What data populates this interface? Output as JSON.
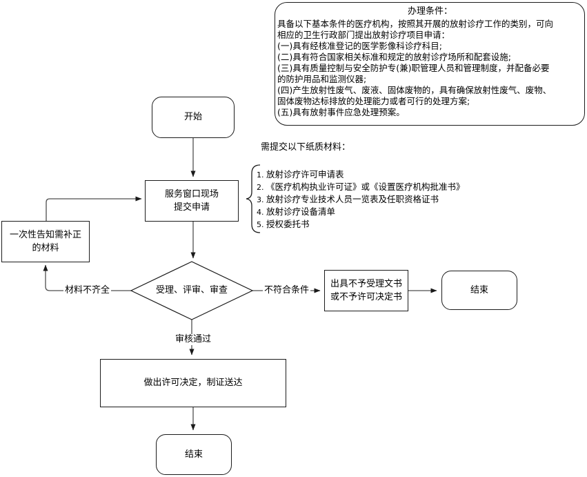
{
  "colors": {
    "background": "#ffffff",
    "shape_border": "#000000",
    "connector": "#4d4d4d",
    "text": "#000000"
  },
  "conditions_box": {
    "title": "办理条件：",
    "lines": [
      "具备以下基本条件的医疗机构，按照其开展的放射诊疗工作的类别，可向",
      "相应的卫生行政部门提出放射诊疗项目申请：",
      "(一)具有经核准登记的医学影像科诊疗科目;",
      "(二)具有符合国家相关标准和规定的放射诊疗场所和配套设施;",
      "(三)具有质量控制与安全防护专(兼)职管理人员和管理制度，并配备必要",
      "的防护用品和监测仪器;",
      "(四)产生放射性废气、废液、固体废物的，具有确保放射性废气、废物、",
      "固体废物达标排放的处理能力或者可行的处理方案;",
      "(五)具有放射事件应急处理预案。"
    ]
  },
  "materials": {
    "heading": "需提交以下纸质材料：",
    "items": [
      "放射诊疗许可申请表",
      "《医疗机构执业许可证》或《设置医疗机构批准书》",
      "放射诊疗专业技术人员一览表及任职资格证书",
      "放射诊疗设备清单",
      "授权委托书"
    ]
  },
  "nodes": {
    "start": "开始",
    "submit": "服务窗口现场\n提交申请",
    "notify": "一次性告知需补正\n的材料",
    "review": "受理、评审、审查",
    "reject_doc": "出具不予受理文书\n或不予许可决定书",
    "end_right": "结束",
    "decide": "做出许可决定，制证送达",
    "end_bottom": "结束"
  },
  "edge_labels": {
    "incomplete": "材料不齐全",
    "not_qualified": "不符合条件",
    "approved": "审核通过"
  }
}
